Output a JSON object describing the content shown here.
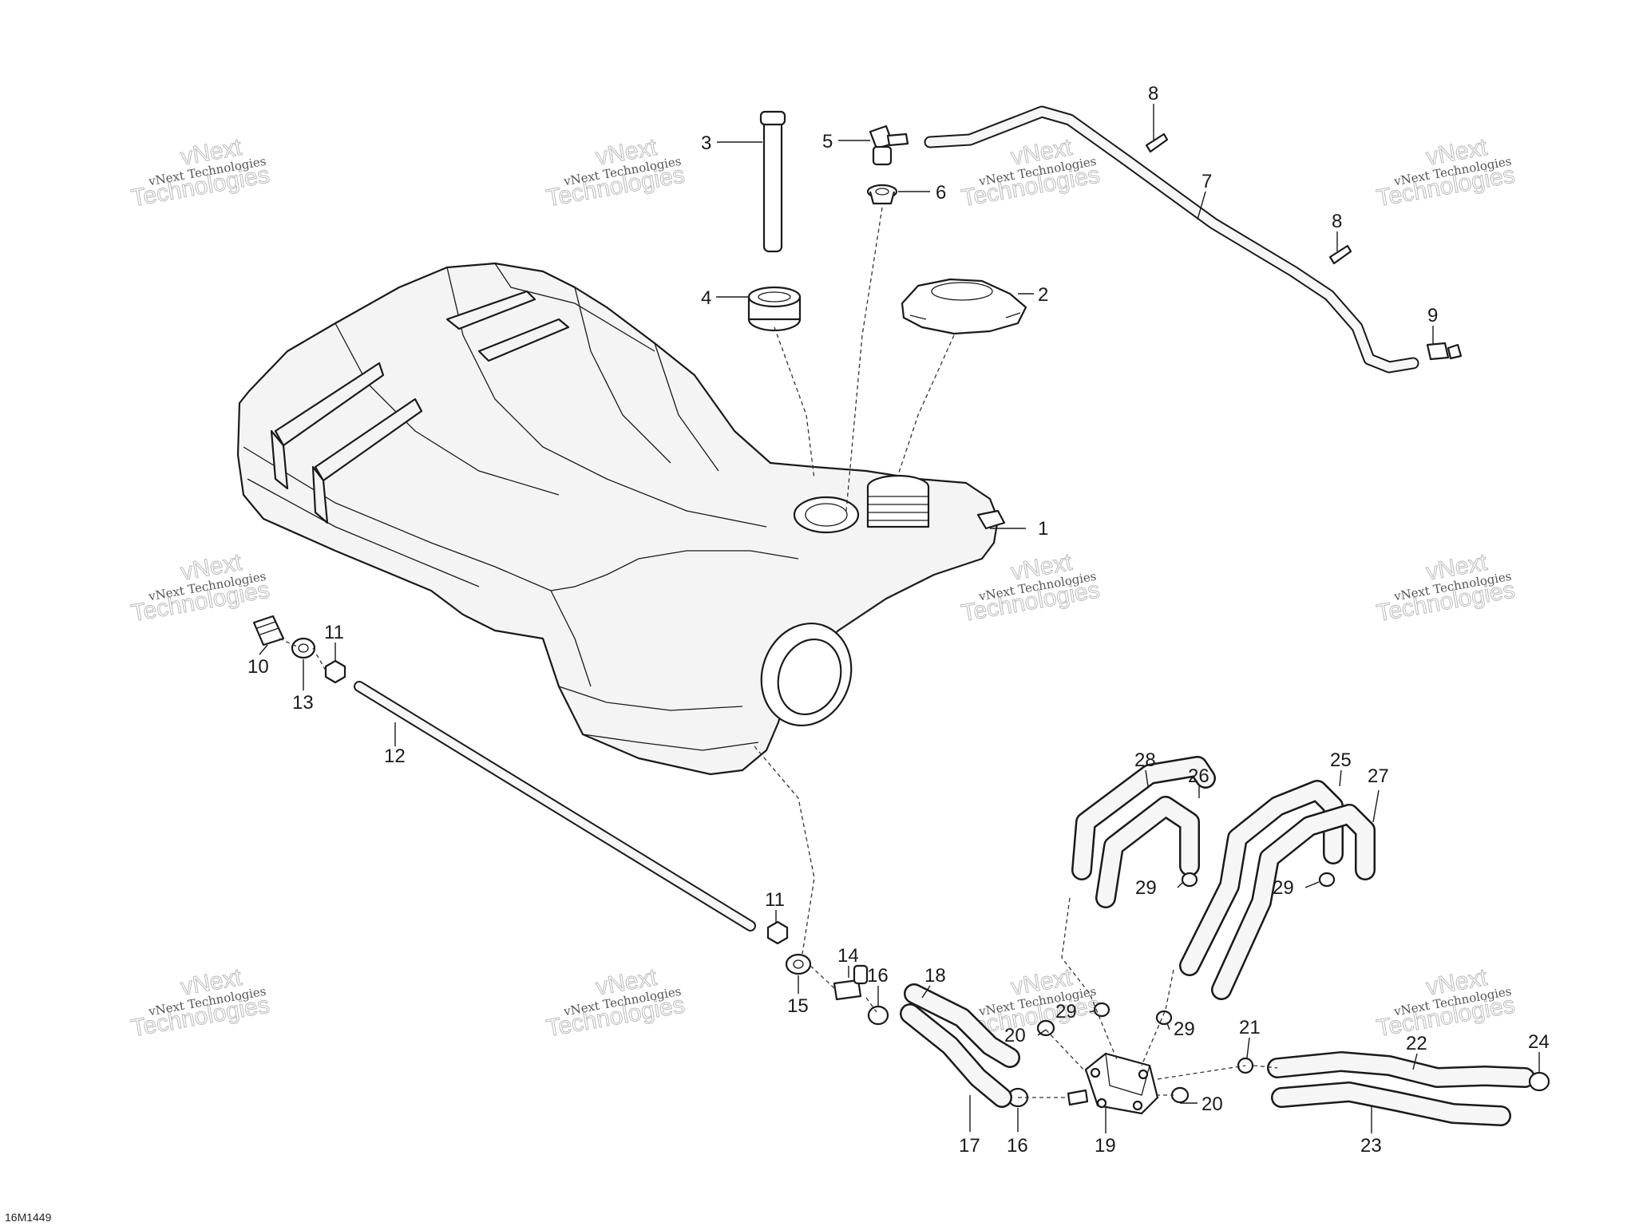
{
  "diagram": {
    "part_numbers": [
      "1",
      "2",
      "3",
      "4",
      "5",
      "6",
      "7",
      "8",
      "8",
      "9",
      "10",
      "11",
      "11",
      "12",
      "13",
      "14",
      "15",
      "16",
      "16",
      "17",
      "18",
      "19",
      "20",
      "20",
      "21",
      "22",
      "23",
      "24",
      "25",
      "26",
      "27",
      "28",
      "29",
      "29",
      "29",
      "29"
    ],
    "watermark": {
      "line1": "vNext Technologies",
      "line2": "vNext",
      "line3": "Technologies"
    },
    "drawing_code": "16M1449"
  }
}
